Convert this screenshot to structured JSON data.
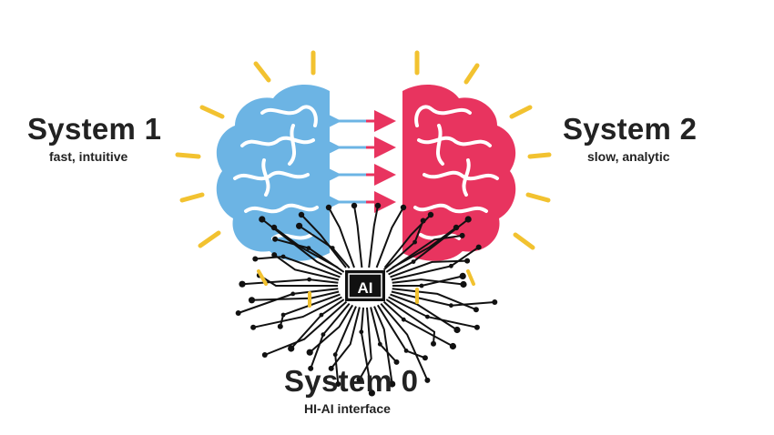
{
  "system1": {
    "title": "System 1",
    "subtitle": "fast, intuitive"
  },
  "system2": {
    "title": "System 2",
    "subtitle": "slow, analytic"
  },
  "system0": {
    "title": "System 0",
    "subtitle": "HI-AI interface"
  },
  "chip": {
    "label": "AI"
  },
  "colors": {
    "left_brain": "#6cb4e4",
    "right_brain": "#e8345f",
    "rays": "#f2c230",
    "circuit": "#111111",
    "text": "#222222"
  },
  "icons": {
    "left": "brain-left-hemisphere-icon",
    "right": "brain-right-hemisphere-icon",
    "chip": "ai-chip-icon"
  }
}
